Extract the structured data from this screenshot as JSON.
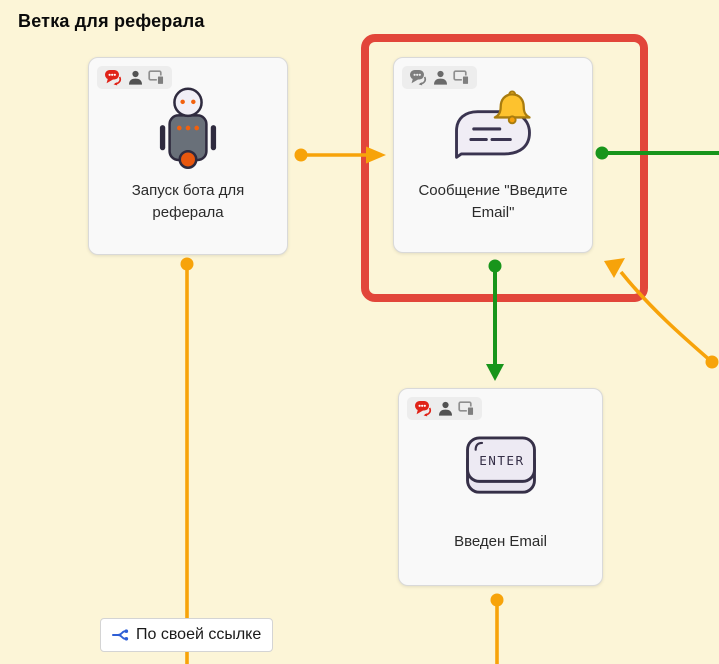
{
  "title": "Ветка для реферала",
  "colors": {
    "background": "#fcf5d7",
    "orange": "#f7a30a",
    "green": "#18951b",
    "selection_red": "#e2463a",
    "link_blue": "#2f5fd6"
  },
  "nodes": {
    "start": {
      "label": "Запуск бота для реферала",
      "icon": "robot-icon",
      "badges": [
        "chat",
        "person",
        "devices"
      ],
      "selected": false
    },
    "message": {
      "label": "Сообщение \"Введите Email\"",
      "icon": "message-bell-icon",
      "badges": [
        "chat",
        "person",
        "devices"
      ],
      "selected": true
    },
    "email_entered": {
      "label": "Введен Email",
      "icon": "enter-key-icon",
      "key_text": "ENTER",
      "badges": [
        "chat",
        "person",
        "devices"
      ],
      "selected": false
    }
  },
  "edges": [
    {
      "from": "start",
      "to": "message",
      "color": "#f7a30a"
    },
    {
      "from": "message",
      "to": "right-offscreen",
      "color": "#18951b"
    },
    {
      "from": "message",
      "to": "email_entered",
      "color": "#18951b"
    },
    {
      "from": "bottom-right-offscreen",
      "to": "message",
      "color": "#f7a30a"
    },
    {
      "from": "start",
      "to": "bottom-offscreen",
      "color": "#f7a30a",
      "label": "По своей ссылке"
    },
    {
      "from": "email_entered",
      "to": "bottom-offscreen",
      "color": "#f7a30a"
    }
  ],
  "edge_label": {
    "text": "По своей ссылке",
    "icon": "share-icon"
  }
}
